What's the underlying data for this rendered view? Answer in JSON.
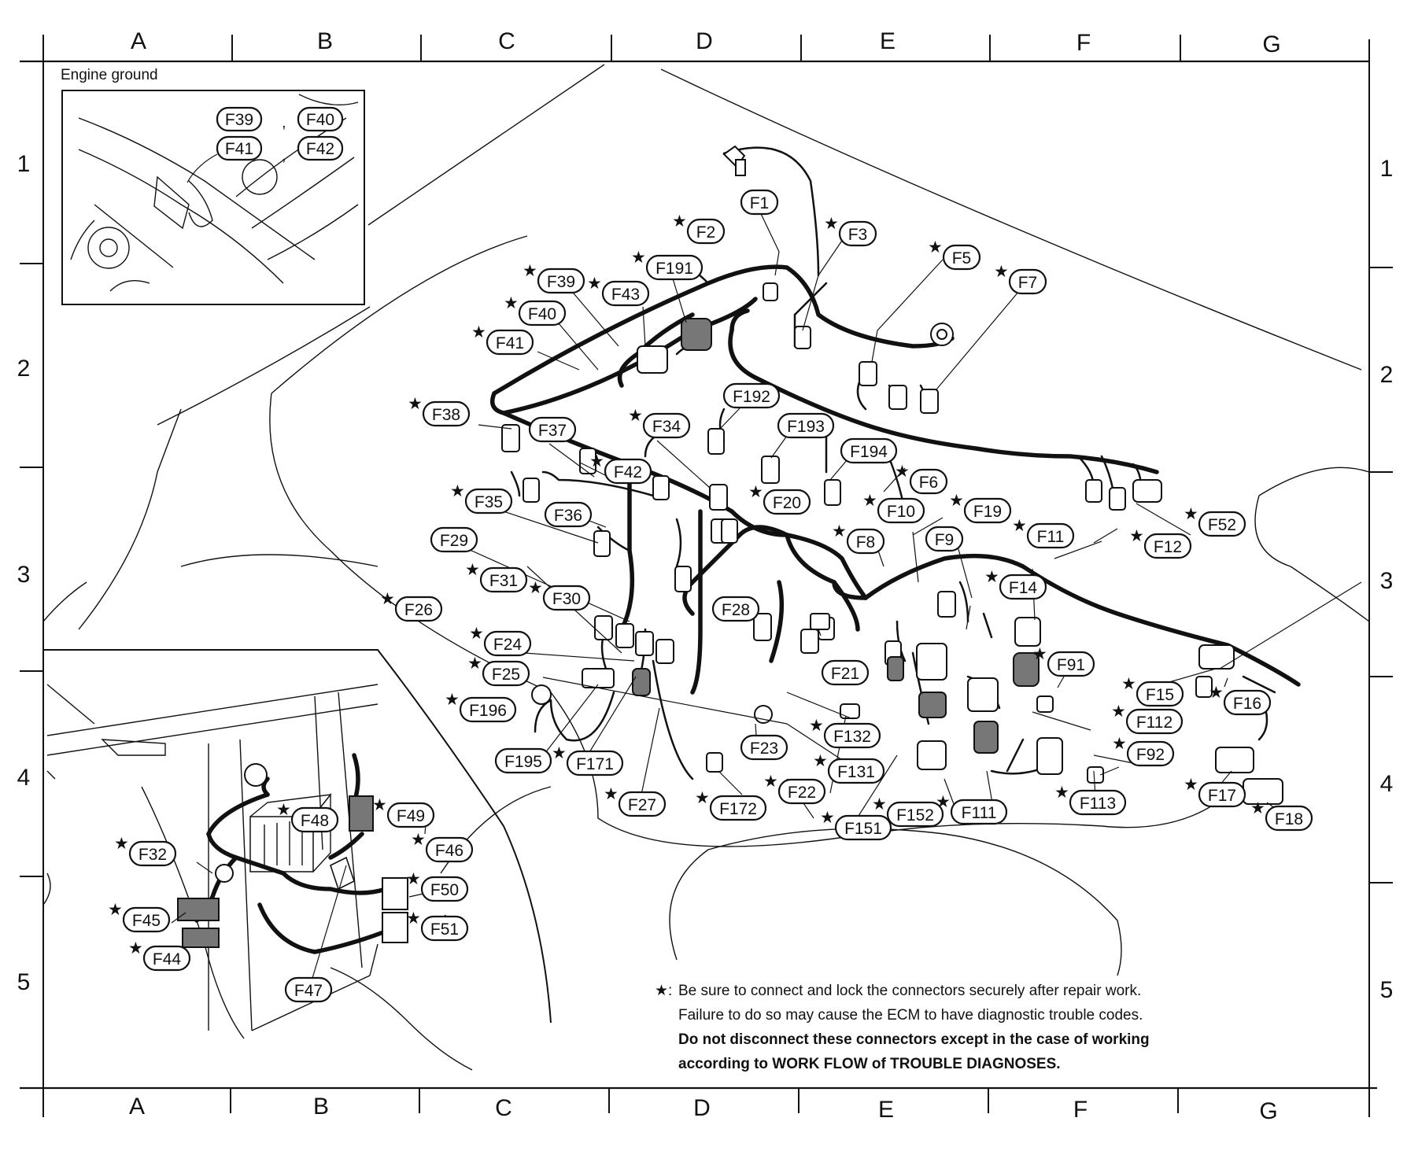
{
  "grid": {
    "columns": [
      "A",
      "B",
      "C",
      "D",
      "E",
      "F",
      "G"
    ],
    "rows": [
      "1",
      "2",
      "3",
      "4",
      "5"
    ]
  },
  "inset": {
    "title": "Engine ground",
    "labels": [
      "F39",
      "F40",
      "F41",
      "F42"
    ],
    "separators": [
      ",",
      ","
    ]
  },
  "connectors": [
    {
      "id": "F1",
      "star": false
    },
    {
      "id": "F2",
      "star": true
    },
    {
      "id": "F3",
      "star": true
    },
    {
      "id": "F5",
      "star": true
    },
    {
      "id": "F7",
      "star": true
    },
    {
      "id": "F191",
      "star": true
    },
    {
      "id": "F39",
      "star": true
    },
    {
      "id": "F43",
      "star": true
    },
    {
      "id": "F40",
      "star": true
    },
    {
      "id": "F41",
      "star": true
    },
    {
      "id": "F38",
      "star": true
    },
    {
      "id": "F192",
      "star": false
    },
    {
      "id": "F37",
      "star": false
    },
    {
      "id": "F34",
      "star": true
    },
    {
      "id": "F193",
      "star": false
    },
    {
      "id": "F42",
      "star": true
    },
    {
      "id": "F194",
      "star": false
    },
    {
      "id": "F6",
      "star": true
    },
    {
      "id": "F35",
      "star": true
    },
    {
      "id": "F20",
      "star": true
    },
    {
      "id": "F10",
      "star": true
    },
    {
      "id": "F19",
      "star": true
    },
    {
      "id": "F36",
      "star": false
    },
    {
      "id": "F29",
      "star": false
    },
    {
      "id": "F8",
      "star": true
    },
    {
      "id": "F9",
      "star": false
    },
    {
      "id": "F11",
      "star": true
    },
    {
      "id": "F12",
      "star": true
    },
    {
      "id": "F52",
      "star": true
    },
    {
      "id": "F31",
      "star": true
    },
    {
      "id": "F30",
      "star": true
    },
    {
      "id": "F14",
      "star": true
    },
    {
      "id": "F26",
      "star": true
    },
    {
      "id": "F28",
      "star": false
    },
    {
      "id": "F24",
      "star": true
    },
    {
      "id": "F21",
      "star": false
    },
    {
      "id": "F91",
      "star": true
    },
    {
      "id": "F25",
      "star": true
    },
    {
      "id": "F15",
      "star": true
    },
    {
      "id": "F16",
      "star": true
    },
    {
      "id": "F196",
      "star": true
    },
    {
      "id": "F132",
      "star": true
    },
    {
      "id": "F112",
      "star": true
    },
    {
      "id": "F23",
      "star": false
    },
    {
      "id": "F92",
      "star": true
    },
    {
      "id": "F195",
      "star": false
    },
    {
      "id": "F171",
      "star": true
    },
    {
      "id": "F131",
      "star": true
    },
    {
      "id": "F22",
      "star": true
    },
    {
      "id": "F17",
      "star": true
    },
    {
      "id": "F27",
      "star": true
    },
    {
      "id": "F172",
      "star": true
    },
    {
      "id": "F152",
      "star": true
    },
    {
      "id": "F111",
      "star": true
    },
    {
      "id": "F113",
      "star": true
    },
    {
      "id": "F18",
      "star": true
    },
    {
      "id": "F151",
      "star": true
    },
    {
      "id": "F48",
      "star": true
    },
    {
      "id": "F49",
      "star": true
    },
    {
      "id": "F32",
      "star": true
    },
    {
      "id": "F46",
      "star": true
    },
    {
      "id": "F50",
      "star": true
    },
    {
      "id": "F45",
      "star": true
    },
    {
      "id": "F51",
      "star": true
    },
    {
      "id": "F44",
      "star": true
    },
    {
      "id": "F47",
      "star": false
    }
  ],
  "note": {
    "mark": "★",
    "prefix": ":",
    "line1": "Be sure to connect and lock the connectors securely after repair work.",
    "line2": "Failure to do so may cause the ECM to have diagnostic trouble codes.",
    "line3": "Do not disconnect these connectors except in the case of working",
    "line4": "according to WORK FLOW of TROUBLE DIAGNOSES."
  }
}
